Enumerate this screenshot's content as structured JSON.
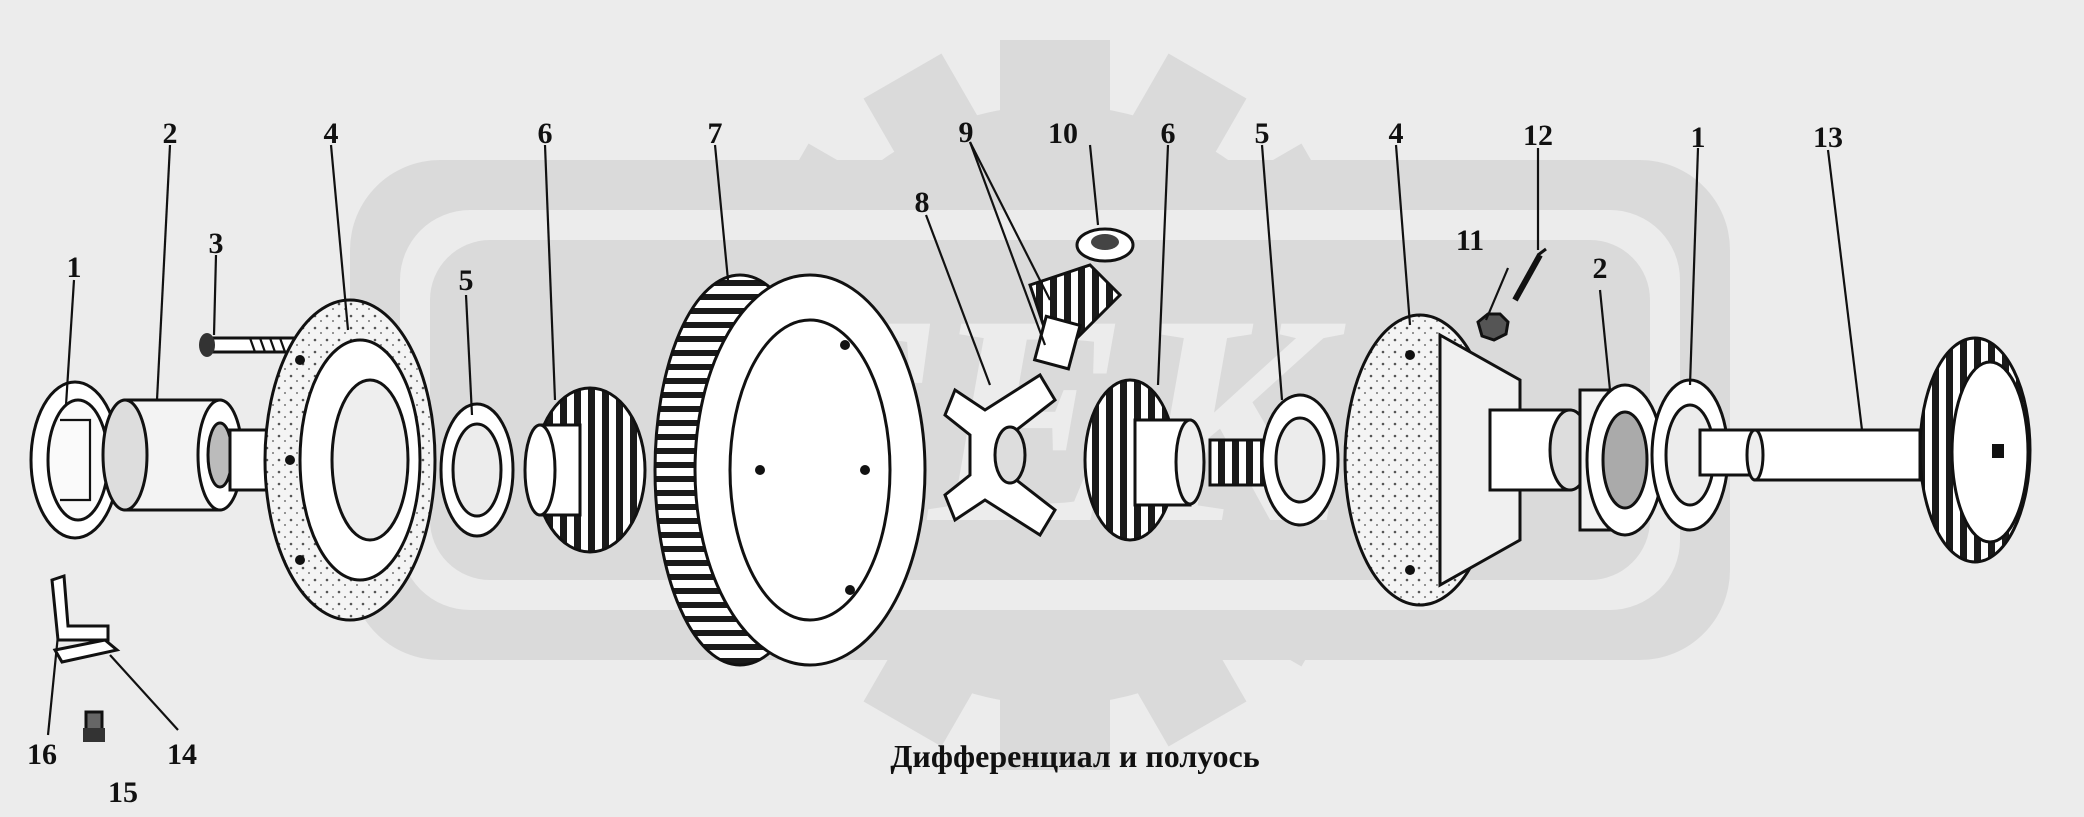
{
  "caption": "Дифференциал и полуось",
  "callouts": [
    "1",
    "2",
    "3",
    "4",
    "5",
    "6",
    "7",
    "8",
    "9",
    "10",
    "6",
    "5",
    "4",
    "12",
    "11",
    "2",
    "1",
    "13",
    "16",
    "15",
    "14"
  ],
  "watermark": "ГЕК",
  "colors": {
    "background": "#ececec",
    "watermark": "#d9d9d9",
    "ink": "#111111"
  }
}
